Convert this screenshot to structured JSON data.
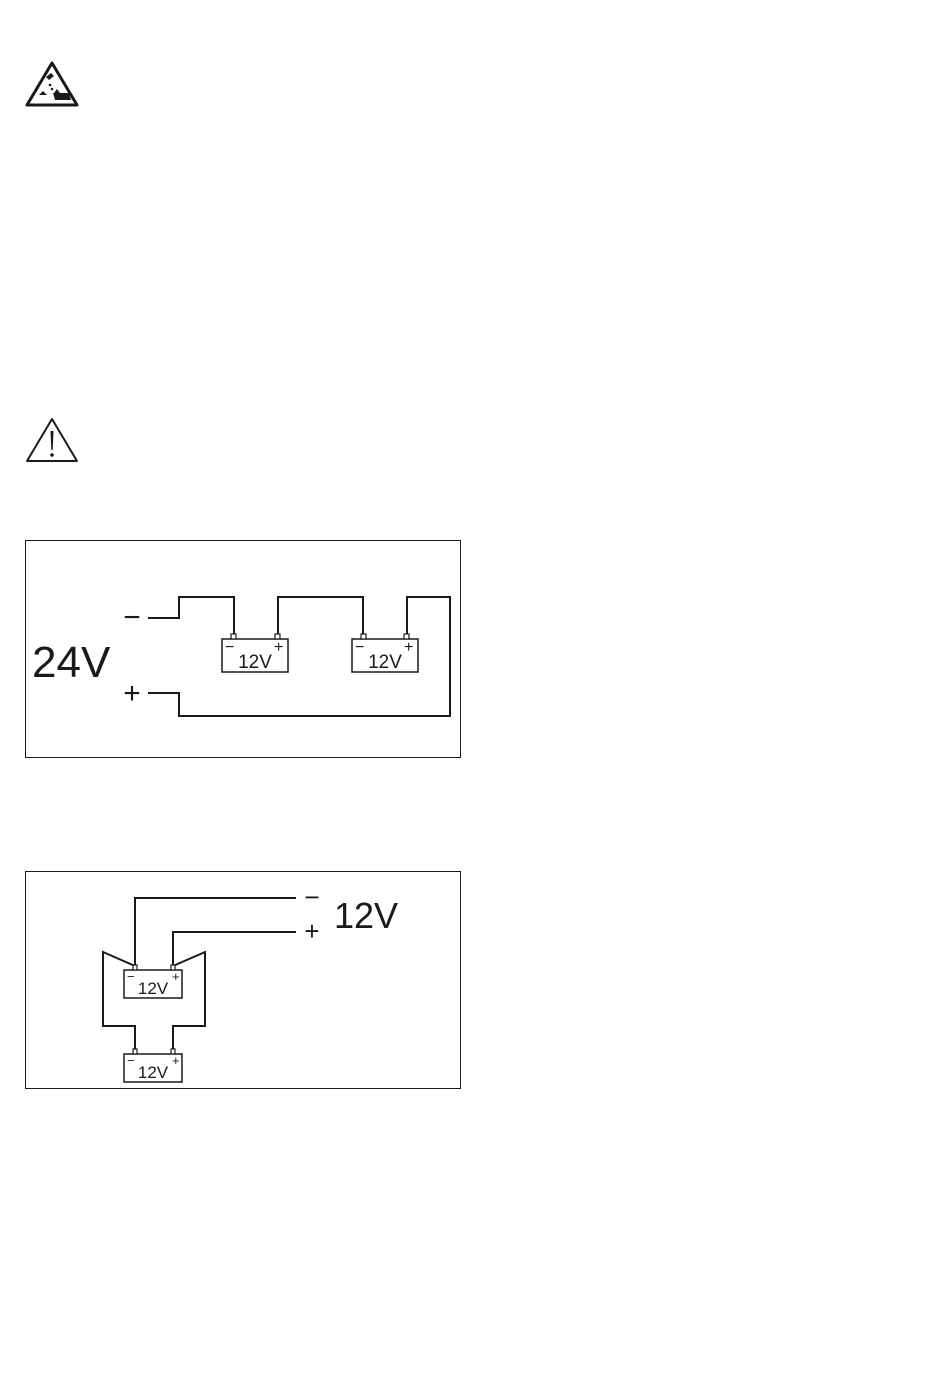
{
  "icons": {
    "corrosive": "corrosive-warning-icon",
    "caution": "caution-warning-icon"
  },
  "series_diagram": {
    "output_voltage": "24V",
    "neg_symbol": "−",
    "pos_symbol": "+",
    "batteries": [
      {
        "label": "12V",
        "neg": "−",
        "pos": "+"
      },
      {
        "label": "12V",
        "neg": "−",
        "pos": "+"
      }
    ]
  },
  "parallel_diagram": {
    "output_voltage": "12V",
    "neg_symbol": "−",
    "pos_symbol": "+",
    "batteries": [
      {
        "label": "12V",
        "neg": "−",
        "pos": "+"
      },
      {
        "label": "12V",
        "neg": "−",
        "pos": "+"
      }
    ]
  }
}
